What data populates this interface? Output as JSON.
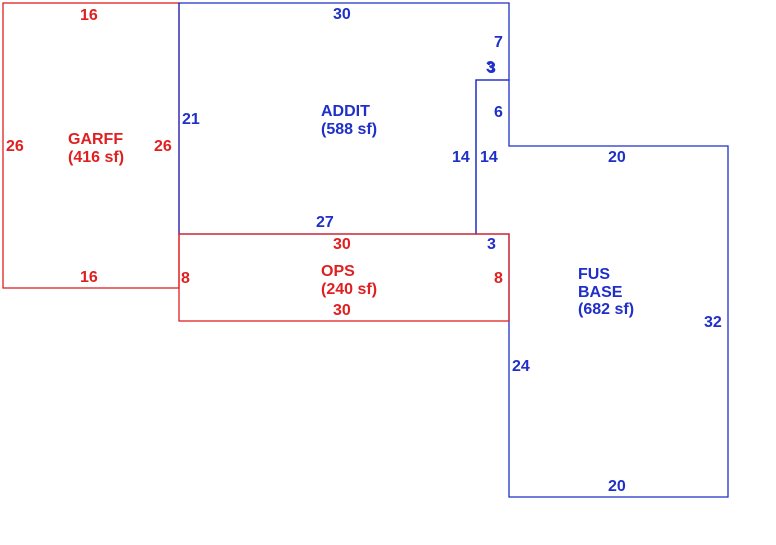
{
  "colors": {
    "red": "#e02020",
    "blue": "#1f2fc8"
  },
  "areas": {
    "garff": {
      "name": "GARFF",
      "area": "(416 sf)"
    },
    "addit": {
      "name": "ADDIT",
      "area": "(588 sf)"
    },
    "ops": {
      "name": "OPS",
      "area": "(240 sf)"
    },
    "fus": {
      "name1": "FUS",
      "name2": "BASE",
      "area": "(682 sf)"
    }
  },
  "dims": {
    "garff_top": "16",
    "garff_bottom": "16",
    "garff_left": "26",
    "garff_right": "26",
    "addit_top": "30",
    "addit_left": "21",
    "addit_r7": "7",
    "addit_r3a": "3",
    "addit_r3b": "3",
    "addit_r6": "6",
    "addit_r14": "14",
    "addit_bottom": "27",
    "step_14": "14",
    "fus_top": "20",
    "fus_right": "32",
    "fus_bottom": "20",
    "fus_left": "24",
    "fus_top3": "3",
    "ops_top": "30",
    "ops_bottom": "30",
    "ops_left": "8",
    "ops_right": "8"
  }
}
